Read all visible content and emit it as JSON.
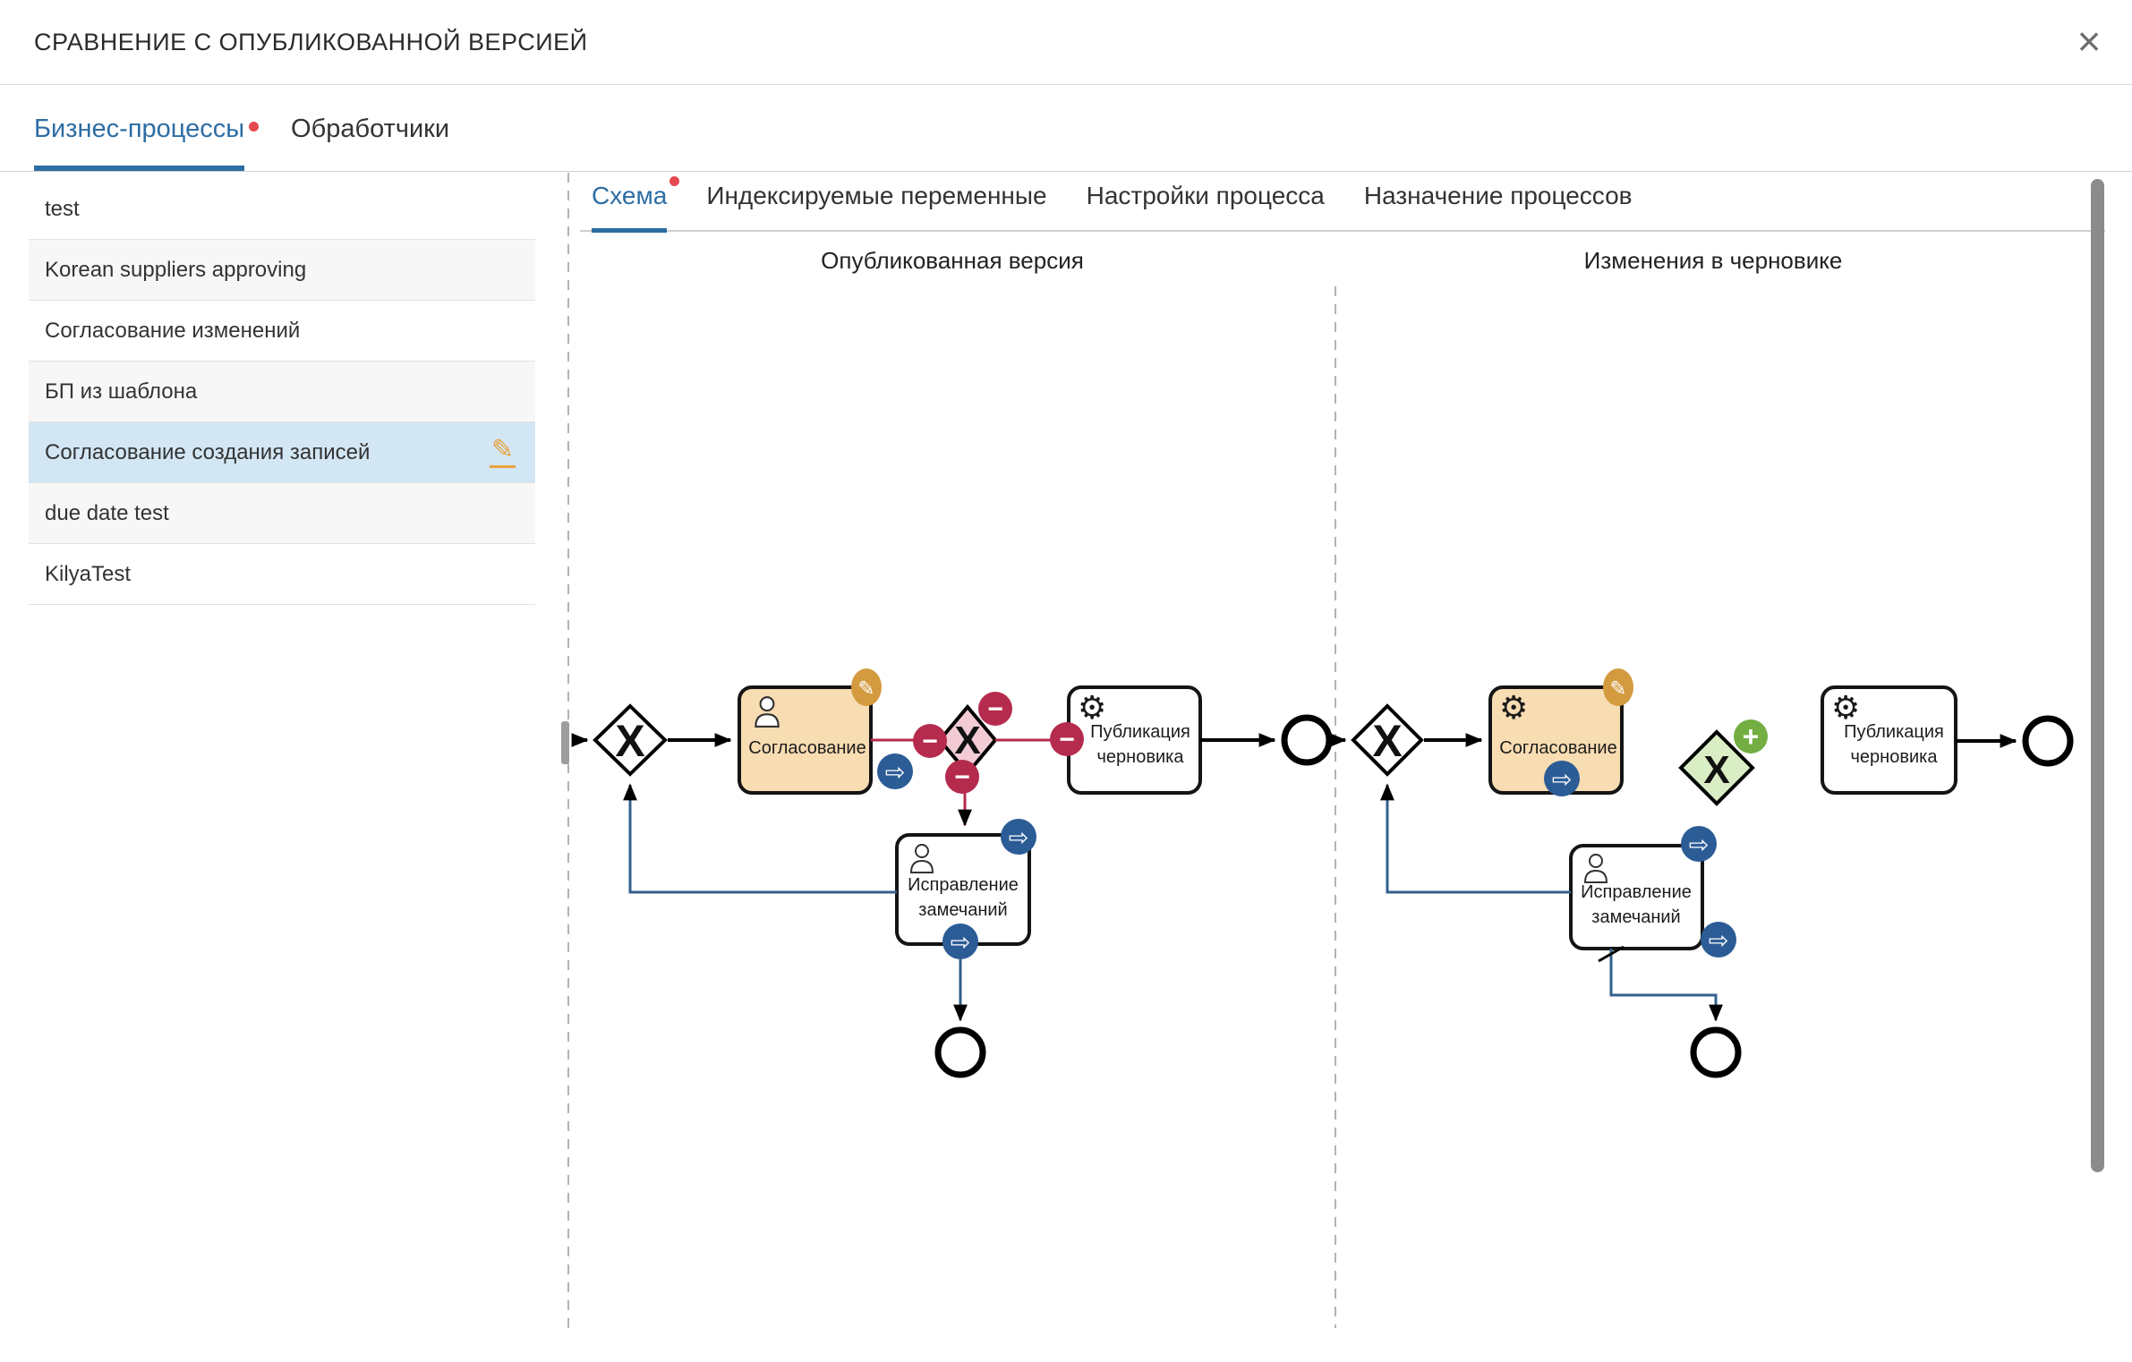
{
  "modal": {
    "title": "СРАВНЕНИЕ С ОПУБЛИКОВАННОЙ ВЕРСИЕЙ",
    "close_glyph": "×"
  },
  "primary_tabs": {
    "business": {
      "label": "Бизнес-процессы",
      "active": true,
      "has_notification_dot": true
    },
    "handlers": {
      "label": "Обработчики",
      "active": false
    }
  },
  "sidebar": {
    "items": [
      {
        "label": "test"
      },
      {
        "label": "Korean suppliers approving"
      },
      {
        "label": "Согласование изменений"
      },
      {
        "label": "БП из шаблона"
      },
      {
        "label": "Согласование создания записей",
        "selected": true,
        "has_edit_icon": true
      },
      {
        "label": "due date test"
      },
      {
        "label": "KilyaTest"
      }
    ],
    "edit_glyph": "✎"
  },
  "content_tabs": {
    "schema": "Схема",
    "schema_has_notification_dot": true,
    "variables": "Индексируемые переменные",
    "settings": "Настройки процесса",
    "assignment": "Назначение процессов"
  },
  "columns": {
    "published": "Опубликованная версия",
    "draft": "Изменения в черновике"
  },
  "diagram": {
    "glyphs": {
      "gateway": "X",
      "minus": "−",
      "plus": "+",
      "arrow": "⇨",
      "pencil": "✎",
      "gear": "⚙"
    },
    "published": {
      "task_approve": "Согласование",
      "task_publish_line1": "Публикация",
      "task_publish_line2": "черновика",
      "task_fix_line1": "Исправление",
      "task_fix_line2": "замечаний"
    },
    "draft": {
      "task_approve": "Согласование",
      "task_publish_line1": "Публикация",
      "task_publish_line2": "черновика",
      "task_fix_line1": "Исправление",
      "task_fix_line2": "замечаний"
    }
  },
  "colors": {
    "accent_blue": "#2d6da3",
    "badge_moved_blue": "#2c5c96",
    "badge_deleted_red": "#b52b4d",
    "badge_added_green": "#72ae41",
    "badge_edited_orange": "#d49a3f",
    "task_highlight_fill": "#f8dcb2",
    "deleted_gateway_fill": "#f2cbd4",
    "added_gateway_fill": "#daeec5",
    "flow_moved_blue": "#33608c",
    "selected_row_bg": "#d2e6f4",
    "notification_dot": "#e5484d"
  }
}
